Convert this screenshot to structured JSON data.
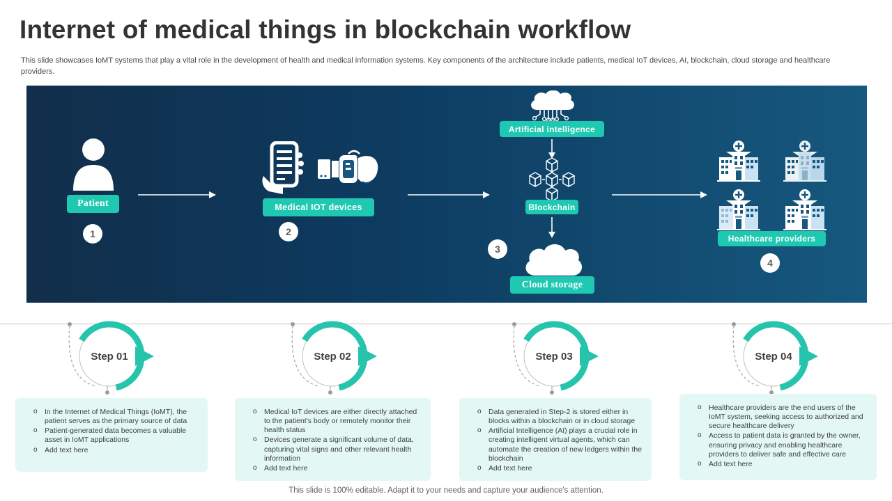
{
  "slide": {
    "title": "Internet of medical things in blockchain workflow",
    "subtitle": "This slide showcases IoMT systems that play a vital role in the development of health and medical information systems. Key components of the architecture include patients, medical IoT devices, AI,  blockchain, cloud storage and healthcare providers.",
    "footer": "This slide is 100% editable. Adapt it to your needs and capture your audience's attention."
  },
  "colors": {
    "accent_teal": "#1FC8B1",
    "banner_left": "#112E4A",
    "banner_right": "#16587F",
    "note_box_bg": "#E3F8F4"
  },
  "icons": {
    "patient": "person-silhouette",
    "devices": "hand-holding-phone-and-smartwatch",
    "ai": "ai-cloud-with-circuits",
    "blockchain": "linked-cubes",
    "cloud": "cloud",
    "providers": "hospital-buildings"
  },
  "workflow": {
    "patient": {
      "label": "Patient",
      "number": "1"
    },
    "devices": {
      "label": "Medical IOT devices",
      "number": "2"
    },
    "ai": {
      "label": "Artificial intelligence"
    },
    "blockchain": {
      "label": "Blockchain",
      "number": "3"
    },
    "cloud": {
      "label": "Cloud  storage"
    },
    "providers": {
      "label": "Healthcare  providers",
      "number": "4"
    }
  },
  "steps": [
    {
      "label": "Step 01",
      "bullets": [
        "In the Internet of Medical Things (IoMT), the patient serves as the primary source of data",
        "Patient-generated data becomes a valuable asset in IoMT applications",
        "Add text here"
      ]
    },
    {
      "label": "Step 02",
      "bullets": [
        "Medical IoT devices are either directly attached to the patient's body or remotely monitor their health status",
        "Devices generate a significant volume of data, capturing vital signs and other relevant health information",
        "Add text here"
      ]
    },
    {
      "label": "Step 03",
      "bullets": [
        "Data generated in Step-2 is stored either in blocks within a blockchain or in cloud storage",
        "Artificial Intelligence (AI) plays a crucial role in creating intelligent virtual agents, which can automate the creation of new ledgers within the blockchain",
        "Add text here"
      ]
    },
    {
      "label": "Step 04",
      "bullets": [
        "Healthcare providers are the end users of the IoMT  system, seeking access to authorized and secure healthcare delivery",
        "Access to patient data is granted by the owner, ensuring privacy and enabling healthcare providers to deliver safe and effective care",
        "Add text here"
      ]
    }
  ]
}
